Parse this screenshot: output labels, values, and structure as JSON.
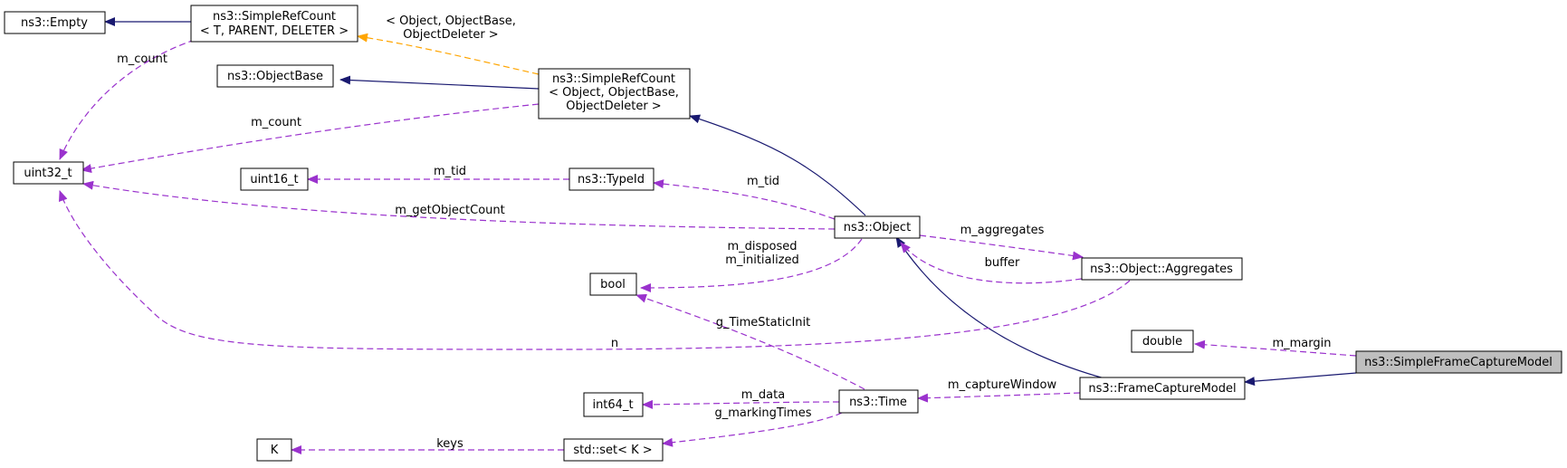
{
  "nodes": {
    "empty": "ns3::Empty",
    "srct_line1": "ns3::SimpleRefCount",
    "srct_line2": "< T, PARENT, DELETER >",
    "objectbase": "ns3::ObjectBase",
    "sro_line1": "ns3::SimpleRefCount",
    "sro_line2": "< Object, ObjectBase,",
    "sro_line3": "ObjectDeleter >",
    "uint32": "uint32_t",
    "uint16": "uint16_t",
    "typeid": "ns3::TypeId",
    "object": "ns3::Object",
    "bool": "bool",
    "aggregates": "ns3::Object::Aggregates",
    "double": "double",
    "sfcm": "ns3::SimpleFrameCaptureModel",
    "fcm": "ns3::FrameCaptureModel",
    "int64": "int64_t",
    "time": "ns3::Time",
    "k": "K",
    "stdset": "std::set< K >"
  },
  "edge_labels": {
    "m_count_1": "m_count",
    "tmpl_line1": "< Object, ObjectBase,",
    "tmpl_line2": "ObjectDeleter >",
    "m_count_2": "m_count",
    "m_tid_1": "m_tid",
    "m_tid_2": "m_tid",
    "m_getObjectCount": "m_getObjectCount",
    "m_disposed": "m_disposed",
    "m_initialized": "m_initialized",
    "m_aggregates": "m_aggregates",
    "buffer": "buffer",
    "n": "n",
    "g_TimeStaticInit": "g_TimeStaticInit",
    "m_margin": "m_margin",
    "m_captureWindow": "m_captureWindow",
    "m_data": "m_data",
    "g_markingTimes": "g_markingTimes",
    "keys": "keys"
  },
  "colors": {
    "inheritance": "#191970",
    "usage": "#9a32cd",
    "template": "#ffa500",
    "focus_fill": "#bfbfbf"
  }
}
